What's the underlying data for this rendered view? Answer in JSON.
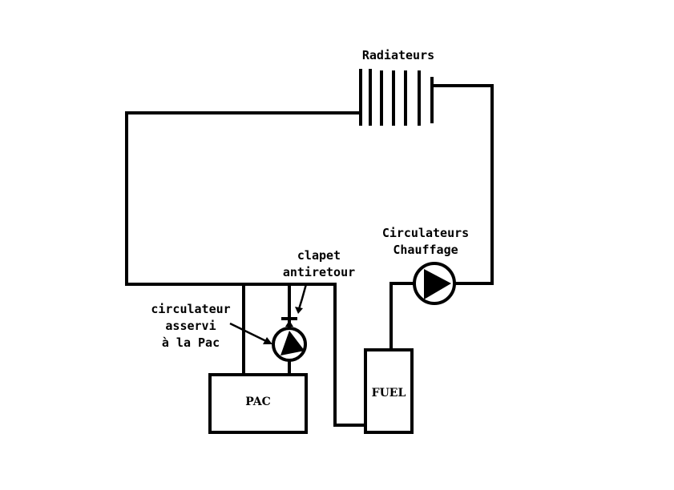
{
  "labels": {
    "radiateurs": "Radiateurs",
    "circulateurs_line1": "Circulateurs",
    "circulateurs_line2": "Chauffage",
    "clapet_line1": "clapet",
    "clapet_line2": "antiretour",
    "circ_pac_line1": "circulateur",
    "circ_pac_line2": "asservi",
    "circ_pac_line3": "à la Pac",
    "pac": "PAC",
    "fuel": "FUEL"
  },
  "colors": {
    "stroke": "#000000",
    "background": "#ffffff"
  }
}
